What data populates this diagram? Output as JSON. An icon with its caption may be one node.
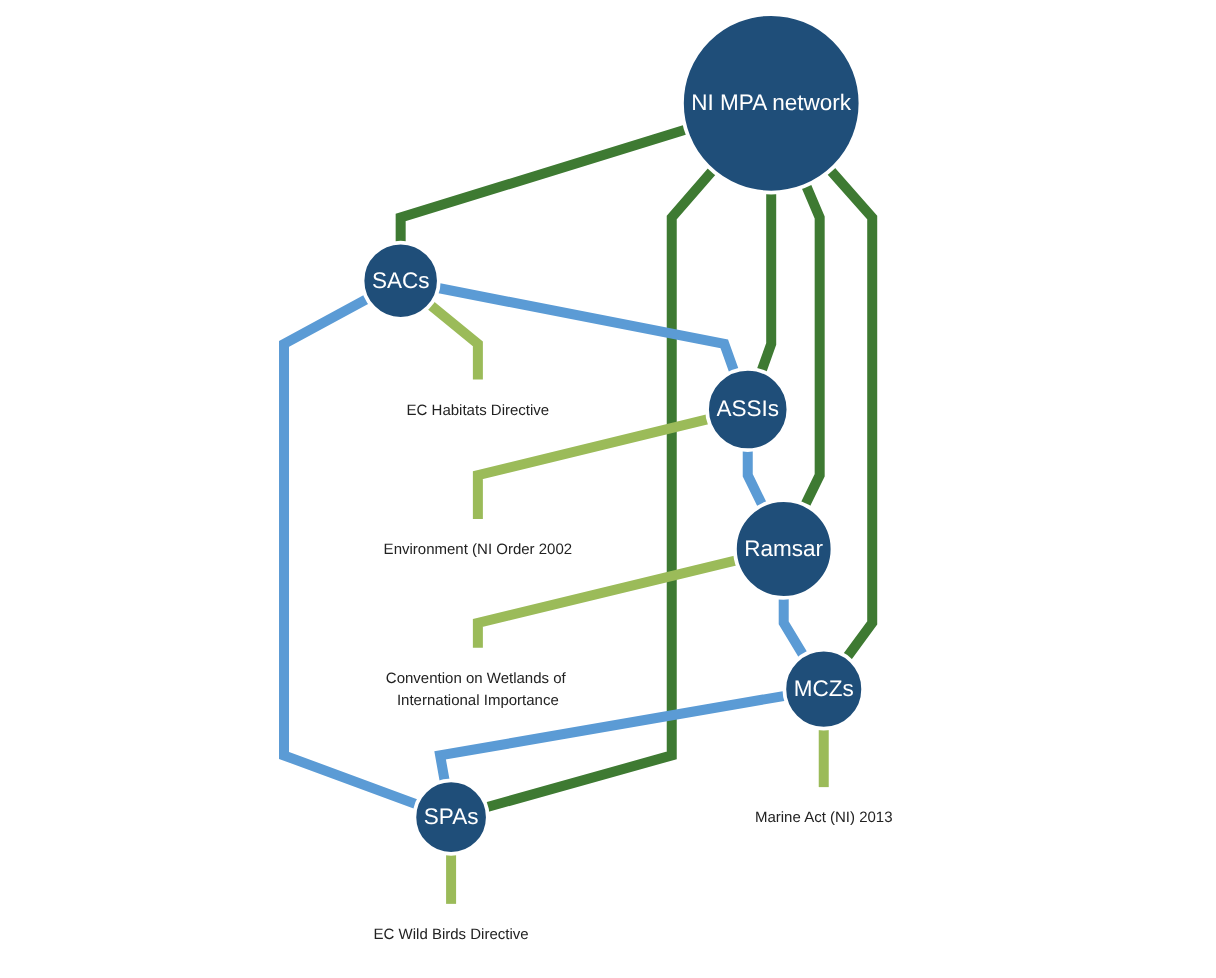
{
  "diagram": {
    "nodes": [
      {
        "text": [
          "NI MPA network"
        ]
      },
      {
        "text": [
          "SACs"
        ]
      },
      {
        "text": [
          "ASSIs"
        ]
      },
      {
        "text": [
          "Ramsar"
        ]
      },
      {
        "text": [
          "MCZs"
        ]
      },
      {
        "text": [
          "SPAs"
        ]
      },
      {
        "text": [
          "EC Habitats Directive"
        ]
      },
      {
        "text": [
          "Environment (NI Order 2002"
        ]
      },
      {
        "text": [
          "Convention on Wetlands of International Importance"
        ]
      },
      {
        "text": [
          "Marine Act (NI) 2013"
        ]
      },
      {
        "text": [
          "EC Wild Birds Directive"
        ]
      }
    ],
    "edges": [
      {
        "from": 0,
        "to": 1,
        "arrow": "none",
        "color": "#3e7a32"
      },
      {
        "from": 0,
        "to": 2,
        "arrow": "none",
        "color": "#3e7a32"
      },
      {
        "from": 0,
        "to": 3,
        "arrow": "none",
        "color": "#3e7a32"
      },
      {
        "from": 0,
        "to": 4,
        "arrow": "none",
        "color": "#3e7a32"
      },
      {
        "from": 0,
        "to": 5,
        "arrow": "none",
        "color": "#3e7a32"
      },
      {
        "from": 1,
        "to": 2,
        "arrow": "none",
        "color": "#5b9bd5"
      },
      {
        "from": 2,
        "to": 3,
        "arrow": "none",
        "color": "#5b9bd5"
      },
      {
        "from": 3,
        "to": 4,
        "arrow": "none",
        "color": "#5b9bd5"
      },
      {
        "from": 4,
        "to": 5,
        "arrow": "none",
        "color": "#5b9bd5"
      },
      {
        "from": 5,
        "to": 1,
        "arrow": "none",
        "color": "#5b9bd5"
      },
      {
        "from": 1,
        "to": 6,
        "arrow": "none",
        "color": "#9bbb59"
      },
      {
        "from": 2,
        "to": 7,
        "arrow": "none",
        "color": "#9bbb59"
      },
      {
        "from": 3,
        "to": 8,
        "arrow": "none",
        "color": "#9bbb59"
      },
      {
        "from": 4,
        "to": 9,
        "arrow": "none",
        "color": "#9bbb59"
      },
      {
        "from": 5,
        "to": 10,
        "arrow": "none",
        "color": "#9bbb59"
      }
    ]
  }
}
